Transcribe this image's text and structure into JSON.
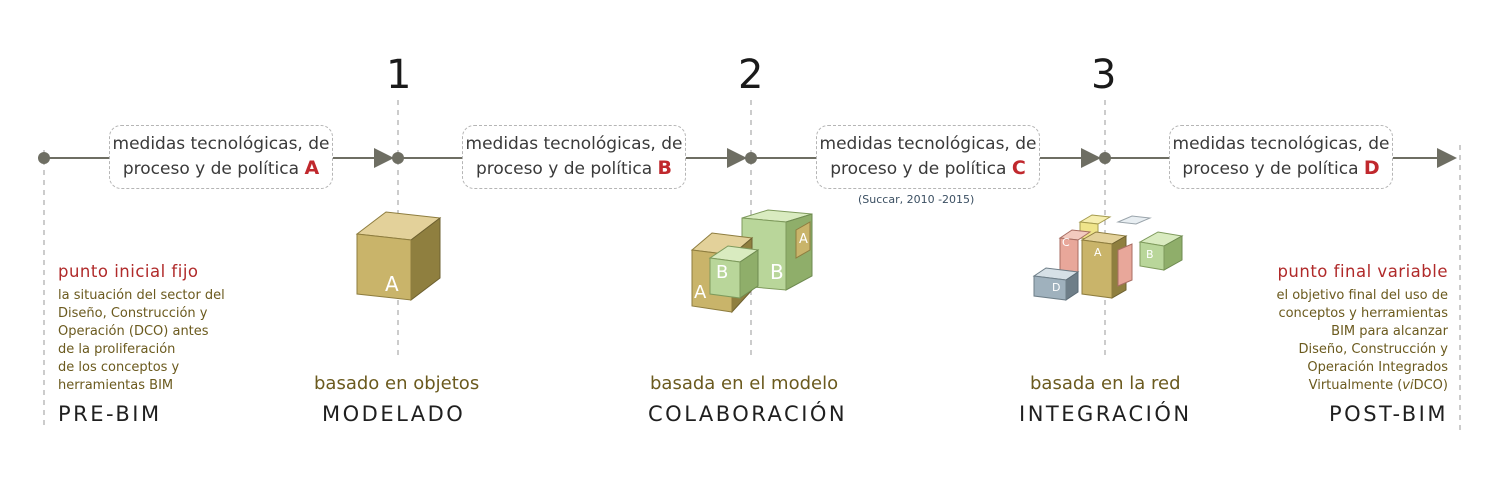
{
  "stages": [
    {
      "number": "1",
      "subtitle": "basado en objetos",
      "title": "MODELADO"
    },
    {
      "number": "2",
      "subtitle": "basada en el modelo",
      "title": "COLABORACIÓN"
    },
    {
      "number": "3",
      "subtitle": "basada en la red",
      "title": "INTEGRACIÓN"
    }
  ],
  "measures": [
    {
      "line1": "medidas tecnológicas, de",
      "line2": "proceso y de política",
      "letter": "A"
    },
    {
      "line1": "medidas tecnológicas, de",
      "line2": "proceso y de política",
      "letter": "B"
    },
    {
      "line1": "medidas tecnológicas, de",
      "line2": "proceso y de política",
      "letter": "C"
    },
    {
      "line1": "medidas tecnológicas, de",
      "line2": "proceso y de política",
      "letter": "D"
    }
  ],
  "citation": "(Succar, 2010 -2015)",
  "pre_bim": {
    "heading": "punto inicial fijo",
    "lines": [
      "la situación del sector del",
      "Diseño, Construcción y",
      "Operación (DCO) antes",
      "de la proliferación",
      "de los conceptos y",
      "herramientas BIM"
    ],
    "title": "PRE-BIM"
  },
  "post_bim": {
    "heading": "punto final variable",
    "lines": [
      "el objetivo final del uso de",
      "conceptos y herramientas",
      "BIM para alcanzar",
      "Diseño, Construcción y",
      "Operación Integrados"
    ],
    "last_line_italic": "vi",
    "last_line_pre": "Virtualmente (",
    "last_line_post": "DCO)",
    "title": "POST-BIM"
  },
  "cube_labels": {
    "stage1": [
      "A"
    ],
    "stage2": [
      "A",
      "B",
      "B",
      "A"
    ],
    "stage3": [
      "C",
      "A",
      "B",
      "D"
    ]
  },
  "colors": {
    "line": "#6e6e63",
    "accent_red": "#c0282d",
    "olive_text": "#6b5a1e",
    "cube_tan": "#c9b46a",
    "cube_green": "#b9d69a",
    "cube_gray": "#9fb1bd",
    "cube_pink": "#e8a79a",
    "cube_yellow": "#efe48a"
  }
}
